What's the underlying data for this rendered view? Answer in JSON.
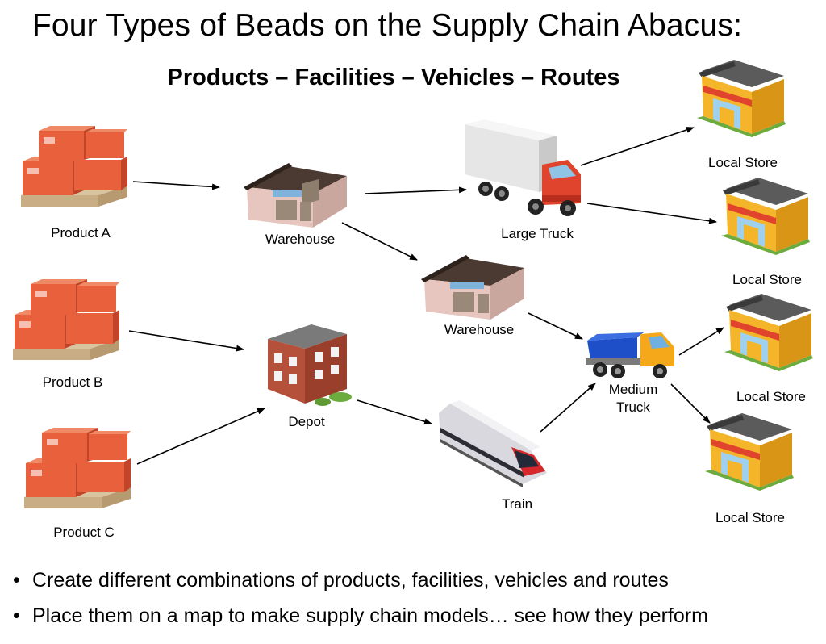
{
  "title": "Four Types of Beads on the Supply Chain Abacus:",
  "subtitle": "Products – Facilities – Vehicles – Routes",
  "nodes": {
    "product_a": "Product A",
    "product_b": "Product B",
    "product_c": "Product C",
    "warehouse_1": "Warehouse",
    "warehouse_2": "Warehouse",
    "depot": "Depot",
    "large_truck": "Large Truck",
    "medium_truck": "Medium\nTruck",
    "train": "Train",
    "store_1": "Local Store",
    "store_2": "Local Store",
    "store_3": "Local Store",
    "store_4": "Local Store"
  },
  "bullets": [
    "Create different combinations of products, facilities, vehicles and routes",
    "Place them on a map to make supply chain models… see how they perform"
  ],
  "colors": {
    "box": "#e8603c",
    "pallet": "#d9c4a0",
    "warehouse_wall": "#e7c6bf",
    "roof": "#4b3a32",
    "truck_cab": "#e0442c",
    "truck_box": "#e6e6e6",
    "store_wall": "#f4b52a",
    "store_roof": "#5b5b5b",
    "grass": "#6cab3e",
    "depot_brick": "#b5503a",
    "dump_blue": "#1f4fc8",
    "dump_cab": "#f4a81a",
    "train_body": "#d8d8de",
    "train_red": "#d6282a"
  }
}
